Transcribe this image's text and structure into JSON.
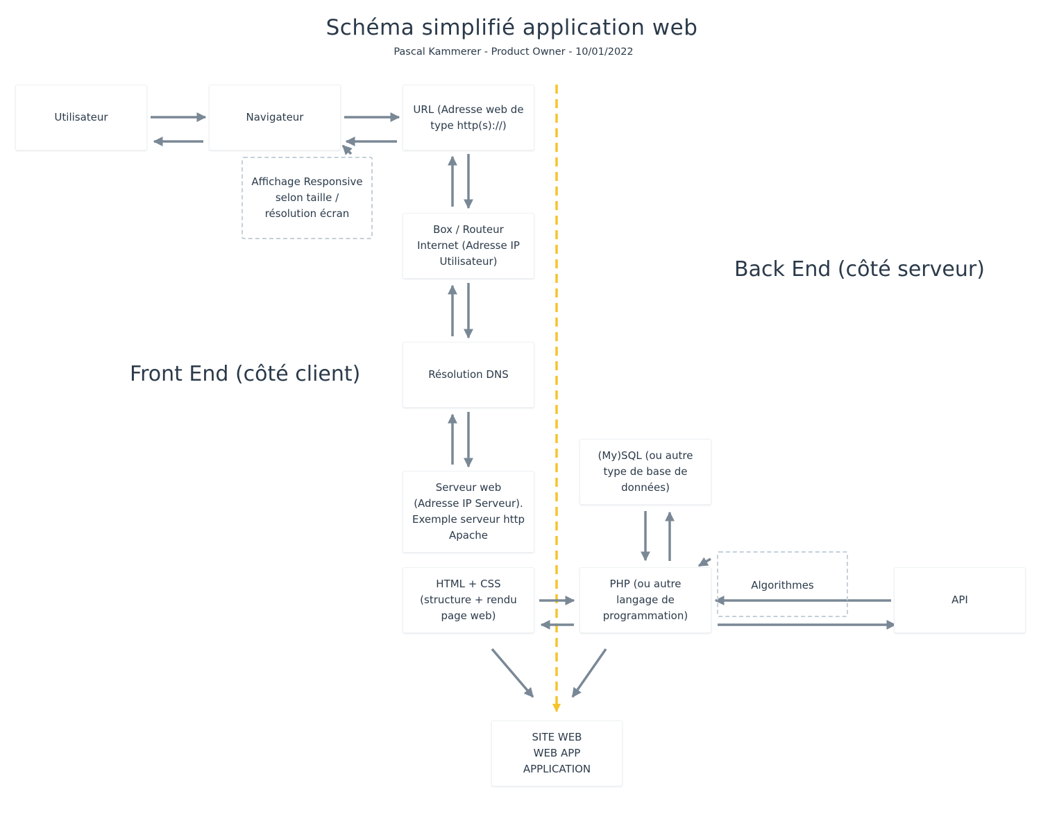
{
  "header": {
    "title": "Schéma simplifié application web",
    "subtitle": "Pascal Kammerer - Product Owner - 10/01/2022"
  },
  "zones": {
    "front_end": "Front End (côté client)",
    "back_end": "Back End (côté serveur)"
  },
  "nodes": {
    "utilisateur": "Utilisateur",
    "navigateur": "Navigateur",
    "url": "URL (Adresse web de\ntype http(s)://)",
    "affichage": "Affichage Responsive\nselon taille /\nrésolution écran",
    "box_routeur": "Box / Routeur\nInternet (Adresse IP\nUtilisateur)",
    "dns": "Résolution DNS",
    "serveur_web": "Serveur web\n(Adresse IP Serveur).\nExemple serveur http\nApache",
    "html_css": "HTML + CSS\n(structure + rendu\npage web)",
    "mysql": "(My)SQL (ou autre\ntype de base de\ndonnées)",
    "php": "PHP (ou autre\nlangage de\nprogrammation)",
    "algorithmes": "Algorithmes",
    "api": "API",
    "site_web": "SITE WEB\nWEB APP\nAPPLICATION"
  },
  "colors": {
    "arrow": "#7a8896",
    "divider": "#f5c42c",
    "text": "#2b3a4a",
    "dashed_border": "#c5d0d8"
  }
}
